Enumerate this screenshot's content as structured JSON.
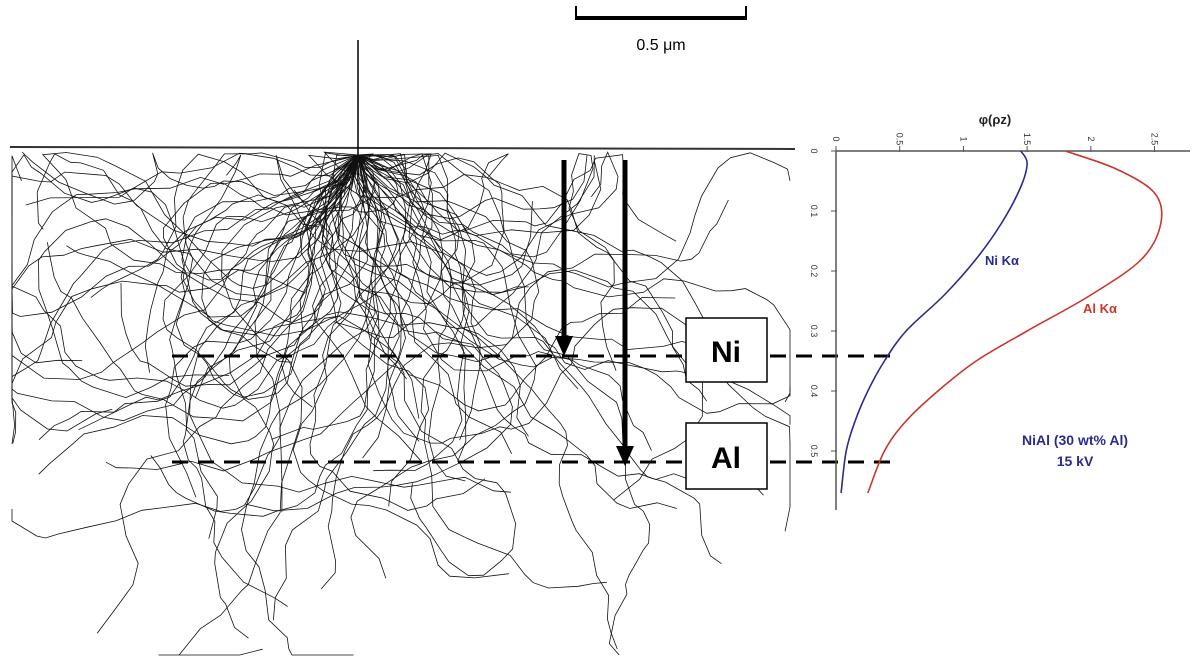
{
  "scale_bar": {
    "label": "0.5 μm"
  },
  "depth_labels": {
    "ni": "Ni",
    "al": "Al"
  },
  "plot": {
    "title": "φ(ρz)",
    "x_ticks": [
      "0",
      "0.5",
      "1",
      "1.5",
      "2",
      "2.5"
    ],
    "y_ticks": [
      "0",
      "0.1",
      "0.2",
      "0.3",
      "0.4",
      "0.5"
    ],
    "series": [
      {
        "name": "Ni Kα",
        "color": "#2b2b8f"
      },
      {
        "name": "Al Kα",
        "color": "#c8372d"
      }
    ],
    "annotation_line1": "NiAl (30 wt% Al)",
    "annotation_line2": "15 kV"
  },
  "chart_data": {
    "type": "line",
    "title": "φ(ρz)",
    "xlabel": "φ(ρz)",
    "ylabel": "",
    "xlim": [
      0,
      2.7
    ],
    "ylim": [
      0,
      0.59
    ],
    "series": [
      {
        "name": "Ni Kα",
        "x": [
          1.45,
          1.5,
          1.45,
          1.3,
          1.1,
          0.85,
          0.55,
          0.38,
          0.25,
          0.15,
          0.08,
          0.04
        ],
        "y": [
          0.0,
          0.02,
          0.06,
          0.12,
          0.18,
          0.24,
          0.3,
          0.35,
          0.4,
          0.45,
          0.5,
          0.57
        ]
      },
      {
        "name": "Al Kα",
        "x": [
          1.8,
          2.2,
          2.5,
          2.55,
          2.4,
          2.0,
          1.5,
          1.1,
          0.8,
          0.55,
          0.38,
          0.25
        ],
        "y": [
          0.0,
          0.03,
          0.07,
          0.12,
          0.18,
          0.24,
          0.3,
          0.35,
          0.4,
          0.45,
          0.5,
          0.57
        ]
      }
    ]
  }
}
